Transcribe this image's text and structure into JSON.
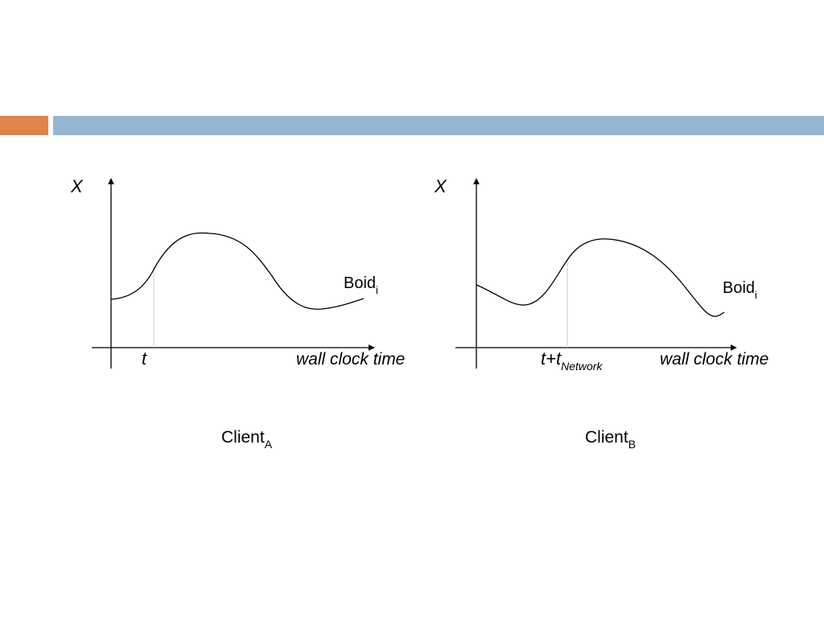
{
  "colors": {
    "accent_orange": "#E0844A",
    "accent_blue": "#94B6D2",
    "line": "#000000",
    "marker": "#c8c8c8"
  },
  "panel_a": {
    "y_axis_label": "X",
    "curve_label_main": "Boid",
    "curve_label_sub": "i",
    "time_marker_label": "t",
    "x_axis_label": "wall clock time",
    "caption_main": "Client",
    "caption_sub": "A"
  },
  "panel_b": {
    "y_axis_label": "X",
    "curve_label_main": "Boid",
    "curve_label_sub": "i",
    "time_marker_label_main": "t+t",
    "time_marker_label_sub": "Network",
    "x_axis_label": "wall clock time",
    "caption_main": "Client",
    "caption_sub": "B"
  }
}
